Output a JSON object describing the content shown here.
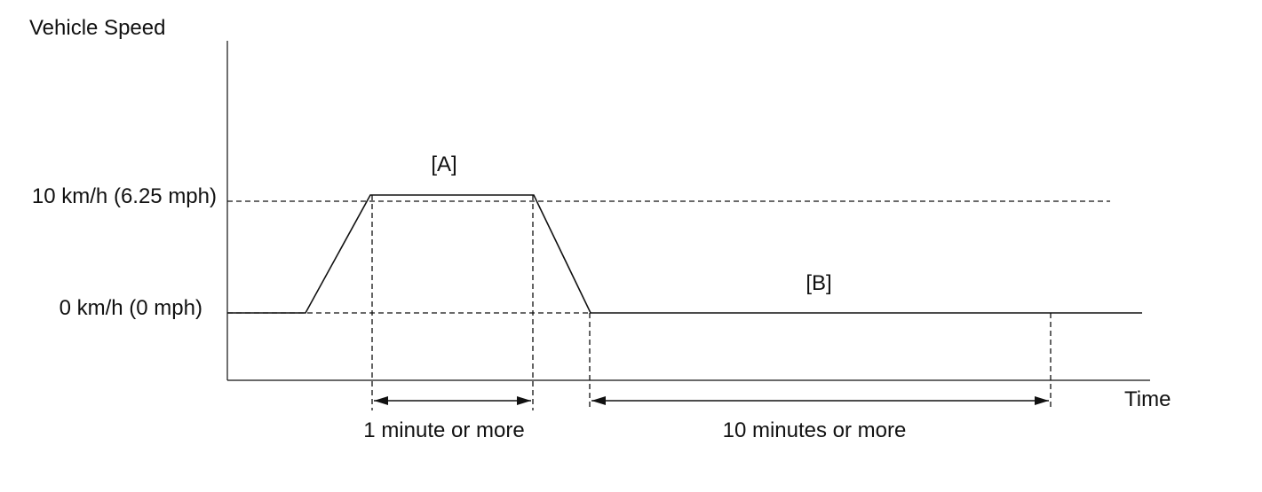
{
  "diagram": {
    "y_axis_label": "Vehicle Speed",
    "x_axis_label": "Time",
    "speed_high_label": "10 km/h (6.25 mph)",
    "speed_zero_label": "0 km/h (0 mph)",
    "region_a_label": "[A]",
    "region_b_label": "[B]",
    "duration_a_label": "1 minute or more",
    "duration_b_label": "10 minutes or more"
  }
}
